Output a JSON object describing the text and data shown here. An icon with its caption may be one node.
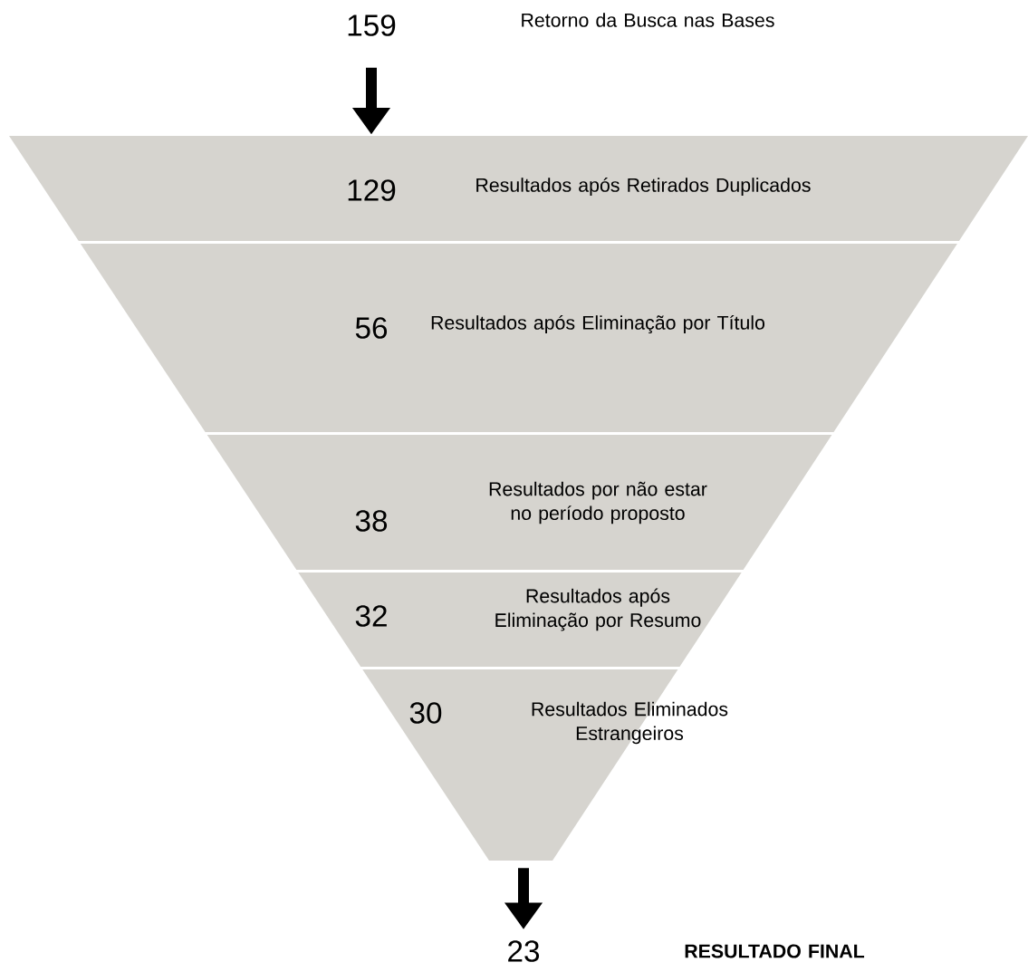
{
  "diagram": {
    "nodes": [
      {
        "text": [
          "159",
          "Retorno da Busca nas Bases"
        ]
      },
      {
        "text": [
          "129",
          "Resultados após Retirados Duplicados"
        ]
      },
      {
        "text": [
          "56",
          "Resultados após Eliminação por Título"
        ]
      },
      {
        "text": [
          "38",
          "Resultados por não estar no período proposto"
        ]
      },
      {
        "text": [
          "32",
          "Resultados após Eliminação por Resumo"
        ]
      },
      {
        "text": [
          "30",
          "Resultados Eliminados Estrangeiros"
        ]
      },
      {
        "text": [
          "23",
          "RESULTADO FINAL"
        ]
      }
    ],
    "edges": [
      {
        "from": 0,
        "to": 1,
        "arrow": "to"
      },
      {
        "from": 5,
        "to": 6,
        "arrow": "to"
      }
    ]
  }
}
